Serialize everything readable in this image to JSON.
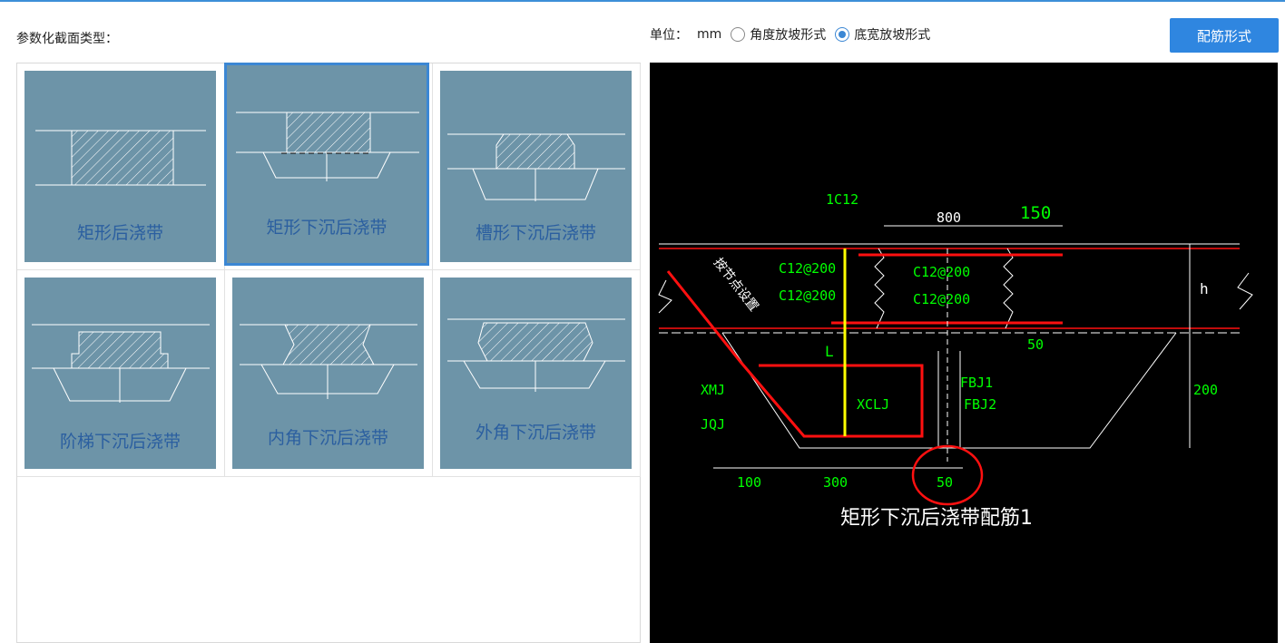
{
  "labels": {
    "section_type": "参数化截面类型：",
    "unit_prefix": "单位：",
    "unit": "mm",
    "radio_angle": "角度放坡形式",
    "radio_bottom": "底宽放坡形式",
    "rebar_button": "配筋形式"
  },
  "radio_selected": "bottom",
  "tiles": [
    {
      "label": "矩形后浇带",
      "selected": false
    },
    {
      "label": "矩形下沉后浇带",
      "selected": true
    },
    {
      "label": "槽形下沉后浇带",
      "selected": false
    },
    {
      "label": "阶梯下沉后浇带",
      "selected": false
    },
    {
      "label": "内角下沉后浇带",
      "selected": false
    },
    {
      "label": "外角下沉后浇带",
      "selected": false
    }
  ],
  "preview": {
    "caption": "矩形下沉后浇带配筋1",
    "texts": {
      "top_bar": "1C12",
      "width": "800",
      "overhang": "150",
      "c1": "C12@200",
      "c2": "C12@200",
      "c3": "C12@200",
      "c4": "C12@200",
      "slope_note": "按节点设置",
      "h": "h",
      "offset": "50",
      "l": "L",
      "xmj": "XMJ",
      "jqj": "JQJ",
      "fbj1": "FBJ1",
      "fbj2": "FBJ2",
      "xclj": "XCLJ",
      "depth": "200",
      "d100": "100",
      "d300": "300",
      "d50": "50"
    }
  },
  "colors": {
    "accent": "#2f86e0",
    "tile_bg": "#6d94a8",
    "tile_label": "#2b5fa0",
    "cad_green": "#00ff00",
    "cad_red": "#ff1010",
    "cad_yellow": "#ffff00"
  }
}
